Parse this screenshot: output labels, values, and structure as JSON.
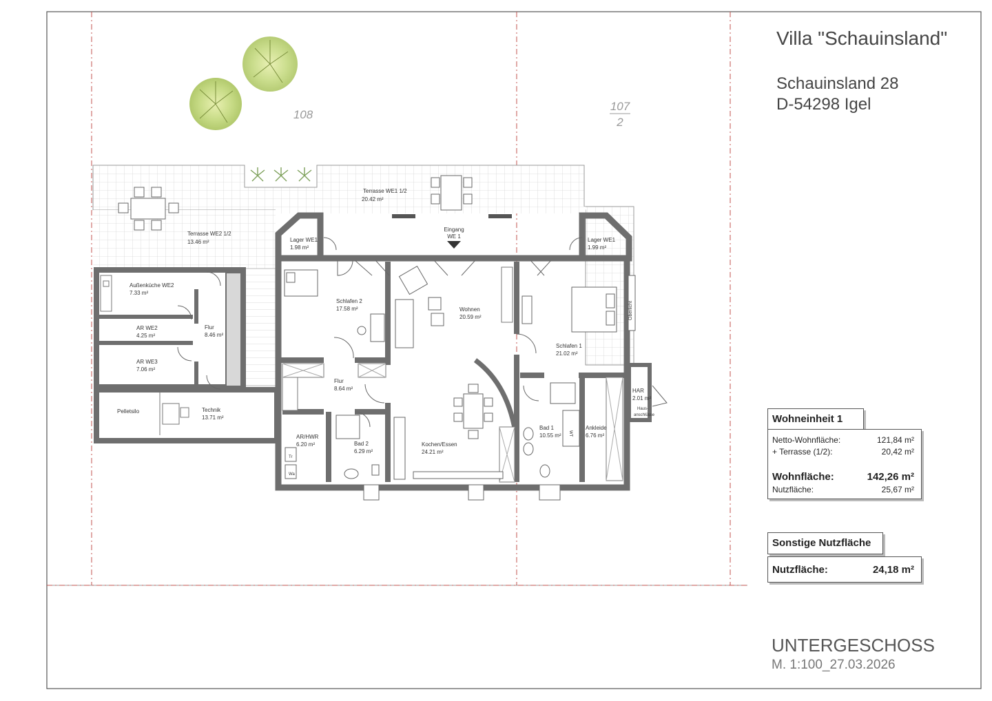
{
  "header": {
    "title": "Villa \"Schauinsland\"",
    "address_line1": "Schauinsland 28",
    "address_line2": "D-54298 Igel"
  },
  "parcels": {
    "left": "108",
    "right_top": "107",
    "right_bottom": "2"
  },
  "rooms": {
    "terrasse_we1": {
      "name": "Terrasse WE1 1/2",
      "area": "20.42 m²"
    },
    "terrasse_we2": {
      "name": "Terrasse WE2 1/2",
      "area": "13.46 m²"
    },
    "lager_left": {
      "name": "Lager WE1",
      "area": "1.98 m²"
    },
    "lager_right": {
      "name": "Lager WE1",
      "area": "1.99 m²"
    },
    "eingang": {
      "line1": "Eingang",
      "line2": "WE 1"
    },
    "aussenkueche": {
      "name": "Außenküche WE2",
      "area": "7.33 m²"
    },
    "ar_we2": {
      "name": "AR WE2",
      "area": "4.25 m²"
    },
    "ar_we3": {
      "name": "AR WE3",
      "area": "7.06 m²"
    },
    "flur_left": {
      "name": "Flur",
      "area": "8.46 m²"
    },
    "pelletsilo": {
      "name": "Pelletsilo"
    },
    "technik": {
      "name": "Technik",
      "area": "13.71 m²"
    },
    "schlafen2": {
      "name": "Schlafen 2",
      "area": "17.58 m²"
    },
    "wohnen": {
      "name": "Wohnen",
      "area": "20.59 m²"
    },
    "schlafen1": {
      "name": "Schlafen 1",
      "area": "21.02 m²"
    },
    "flur_mid": {
      "name": "Flur",
      "area": "8.64 m²"
    },
    "ar_hwr": {
      "name": "AR/HWR",
      "area": "6.20 m²"
    },
    "bad2": {
      "name": "Bad 2",
      "area": "6.29 m²"
    },
    "kochen": {
      "name": "Kochen/Essen",
      "area": "24.21 m²"
    },
    "bad1": {
      "name": "Bad 1",
      "area": "10.55 m²"
    },
    "ankleide": {
      "name": "Ankleide",
      "area": "6.76 m²"
    },
    "har": {
      "name": "HAR",
      "area": "2.01 m²"
    },
    "hausanschluesse": {
      "line1": "Haus-",
      "line2": "anschlüsse"
    },
    "oberlicht": "Oberlicht"
  },
  "symbols": {
    "tr": "Tr",
    "wa": "Wa",
    "wt": "WT"
  },
  "wohneinheit": {
    "heading": "Wohneinheit 1",
    "netto_label": "Netto-Wohnfläche:",
    "netto_value": "121,84 m²",
    "terrasse_label": "+ Terrasse (1/2):",
    "terrasse_value": "20,42 m²",
    "wohnflaeche_label": "Wohnfläche:",
    "wohnflaeche_value": "142,26 m²",
    "nutzflaeche_label": "Nutzfläche:",
    "nutzflaeche_value": "25,67 m²"
  },
  "sonstige": {
    "heading": "Sonstige Nutzfläche",
    "nutzflaeche_label": "Nutzfläche:",
    "nutzflaeche_value": "24,18 m²"
  },
  "footer": {
    "floor": "UNTERGESCHOSS",
    "scale_date": "M. 1:100_27.03.2026"
  },
  "colors": {
    "wall": "#6e6e6e",
    "property_line": "#c0504d",
    "tree": "#b9d36b",
    "grid": "#d2d2d2"
  }
}
